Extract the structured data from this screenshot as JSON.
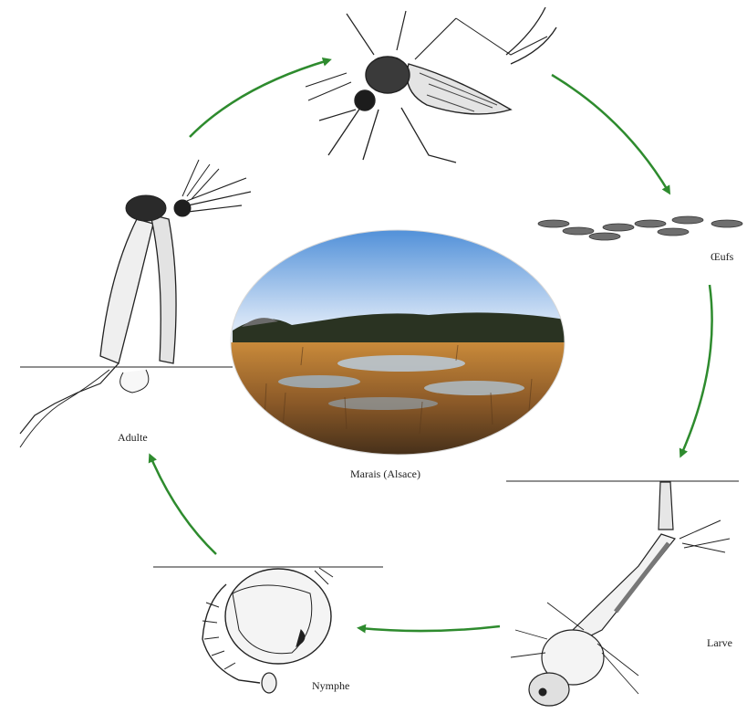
{
  "colors": {
    "arrow": "#2e8b2e",
    "sky_top": "#4f8fd8",
    "sky_bottom": "#e9f1fb",
    "reeds": "#b0722d",
    "water": "#b9c6d1",
    "treeline": "#2a3322",
    "ink": "#222222"
  },
  "stages": {
    "oeufs": "Œufs",
    "larve": "Larve",
    "nymphe": "Nymphe",
    "adulte": "Adulte"
  },
  "habitat": {
    "caption": "Marais (Alsace)"
  }
}
